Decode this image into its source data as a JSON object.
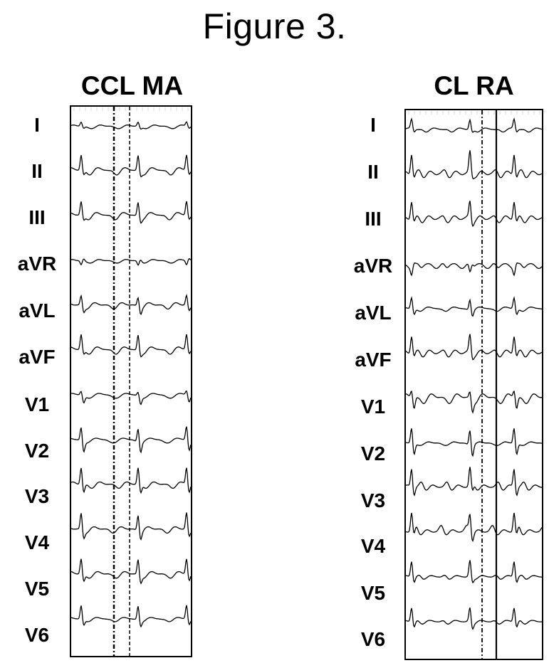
{
  "figure": {
    "title": "Figure 3."
  },
  "panels": [
    {
      "title": "CCL MA",
      "leads": [
        "I",
        "II",
        "III",
        "aVR",
        "aVL",
        "aVF",
        "V1",
        "V2",
        "V3",
        "V4",
        "V5",
        "V6"
      ]
    },
    {
      "title": "CL RA",
      "leads": [
        "I",
        "II",
        "III",
        "aVR",
        "aVL",
        "aVF",
        "V1",
        "V2",
        "V3",
        "V4",
        "V5",
        "V6"
      ]
    }
  ]
}
